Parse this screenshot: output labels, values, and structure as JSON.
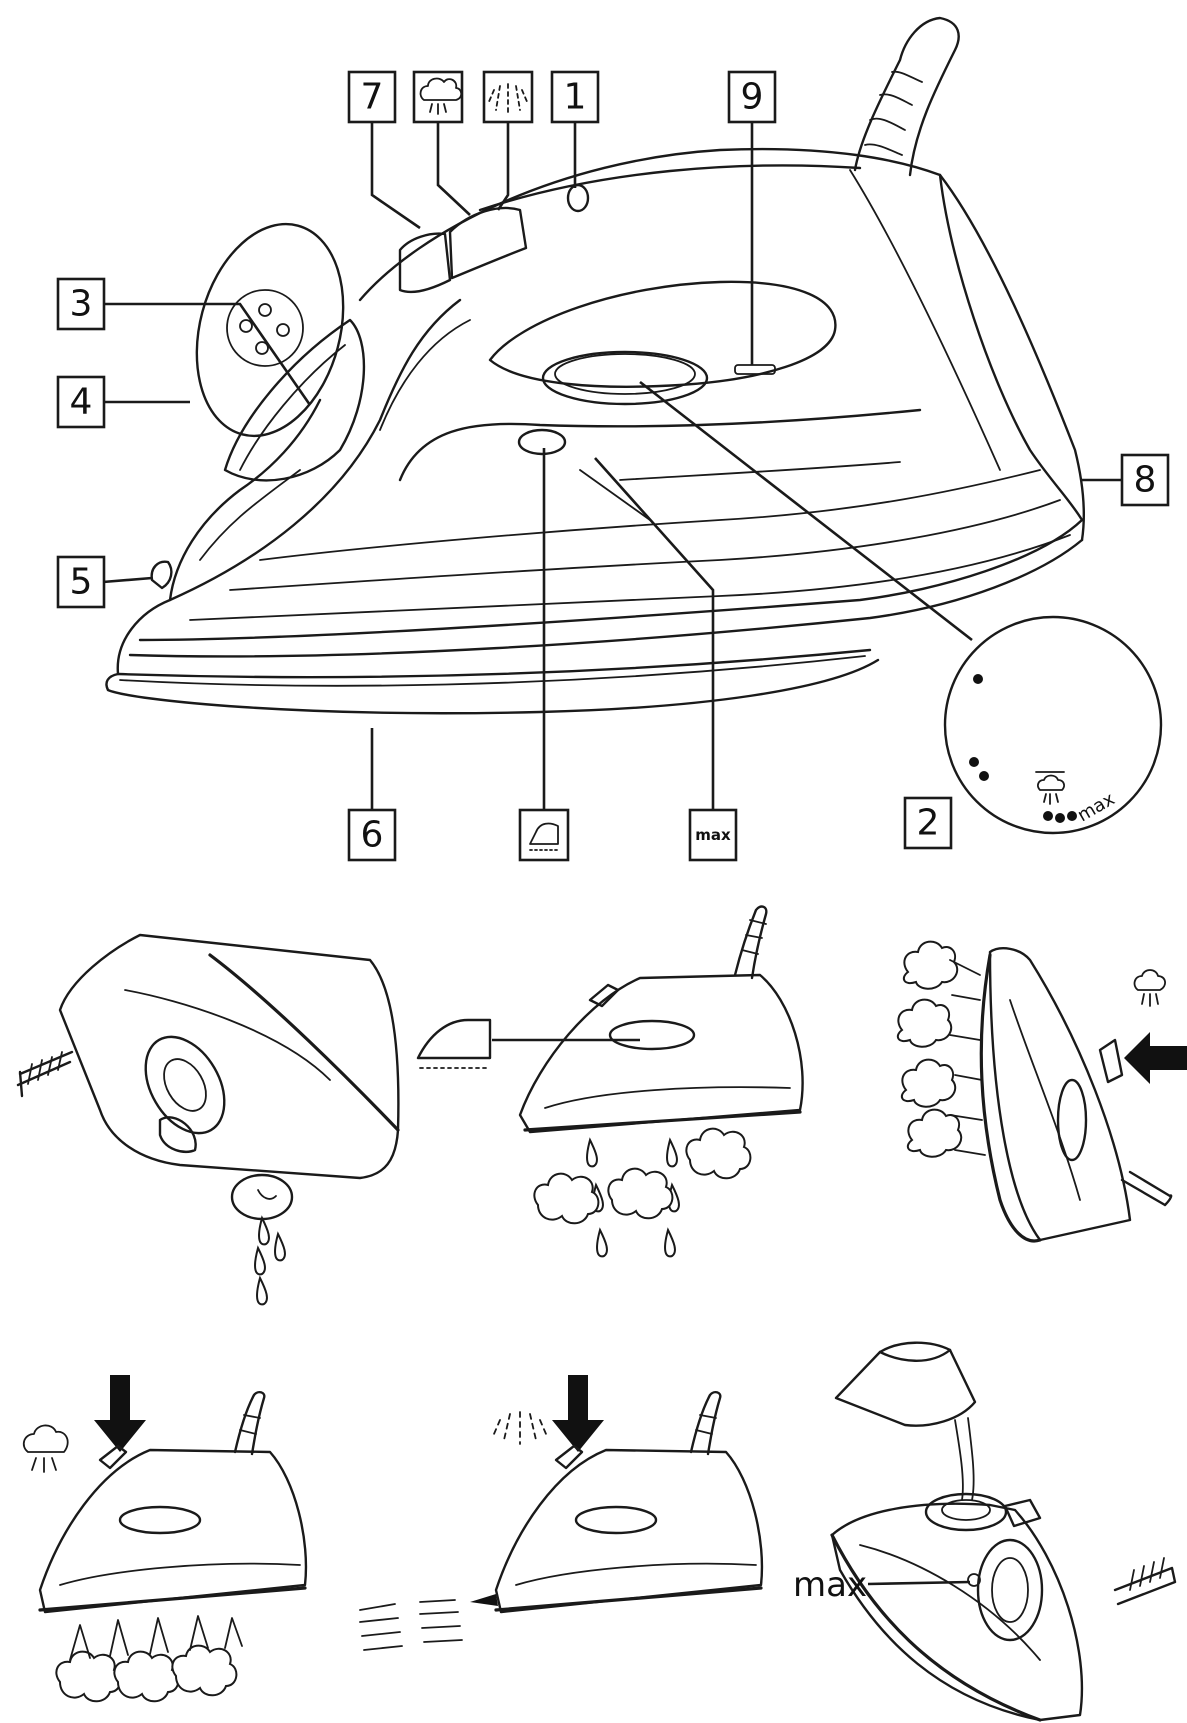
{
  "callouts": {
    "c1": "1",
    "c2": "2",
    "c3": "3",
    "c4": "4",
    "c5": "5",
    "c6": "6",
    "c7": "7",
    "c8": "8",
    "c9": "9"
  },
  "labels": {
    "max_box": "max",
    "dial_max": "max",
    "fill_max": "max"
  },
  "icons": {
    "steam_burst": "steam-burst-icon",
    "spray": "spray-icon",
    "dry_iron": "dry-iron-icon",
    "steam_cloud": "steam-cloud-icon"
  },
  "colors": {
    "line": "#1a1a1a",
    "background": "#ffffff"
  }
}
